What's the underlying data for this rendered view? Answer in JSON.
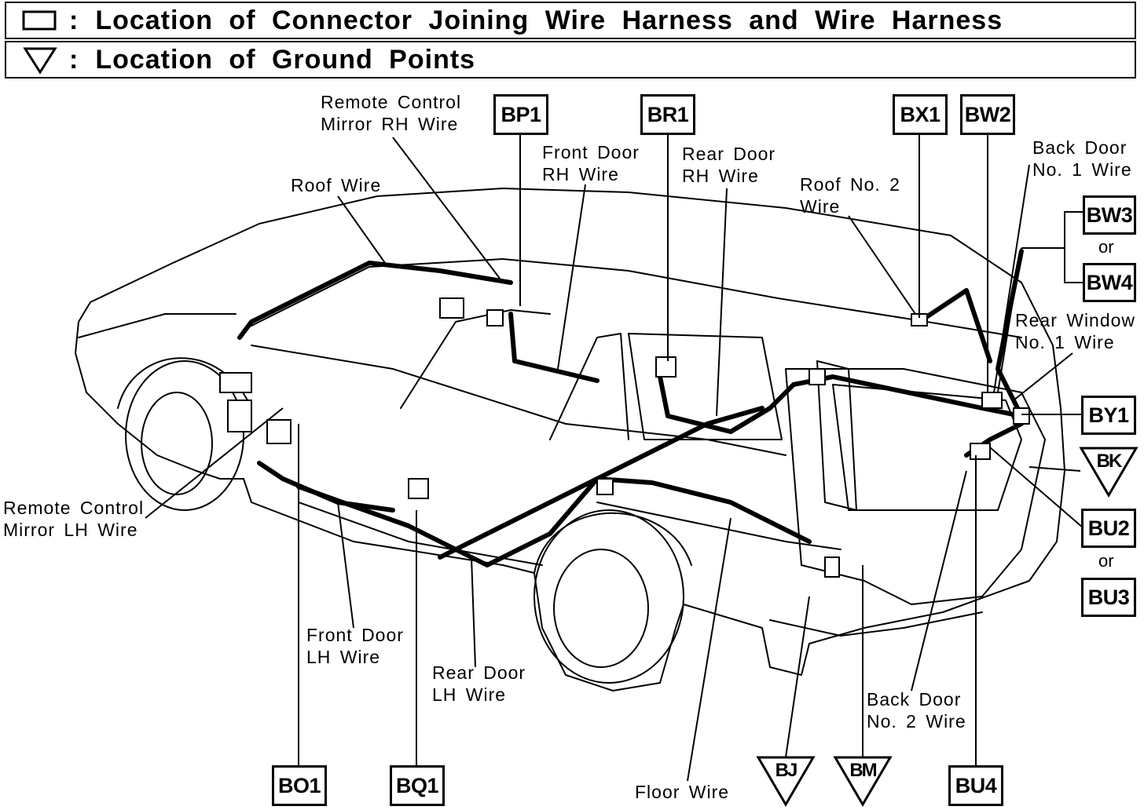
{
  "legend": {
    "connector_text": "Location of Connector Joining Wire Harness and Wire Harness",
    "ground_text": "Location of Ground Points",
    "colon": ":"
  },
  "wires": {
    "remote_rh_1": "Remote Control",
    "remote_rh_2": "Mirror RH Wire",
    "roof": "Roof Wire",
    "front_rh_1": "Front Door",
    "front_rh_2": "RH Wire",
    "rear_rh_1": "Rear Door",
    "rear_rh_2": "RH Wire",
    "roof2_1": "Roof No. 2",
    "roof2_2": "Wire",
    "back1_1": "Back Door",
    "back1_2": "No. 1 Wire",
    "rearwin_1": "Rear Window",
    "rearwin_2": "No. 1 Wire",
    "remote_lh_1": "Remote Control",
    "remote_lh_2": "Mirror LH Wire",
    "front_lh_1": "Front Door",
    "front_lh_2": "LH Wire",
    "rear_lh_1": "Rear Door",
    "rear_lh_2": "LH Wire",
    "back2_1": "Back Door",
    "back2_2": "No. 2 Wire",
    "floor": "Floor Wire"
  },
  "connectors": {
    "bp1": "BP1",
    "br1": "BR1",
    "bx1": "BX1",
    "bw2": "BW2",
    "bw3": "BW3",
    "bw4": "BW4",
    "by1": "BY1",
    "bu2": "BU2",
    "bu3": "BU3",
    "bo1": "BO1",
    "bq1": "BQ1",
    "bu4": "BU4"
  },
  "grounds": {
    "bk": "BK",
    "bj": "BJ",
    "bm": "BM"
  },
  "or_text": "or"
}
